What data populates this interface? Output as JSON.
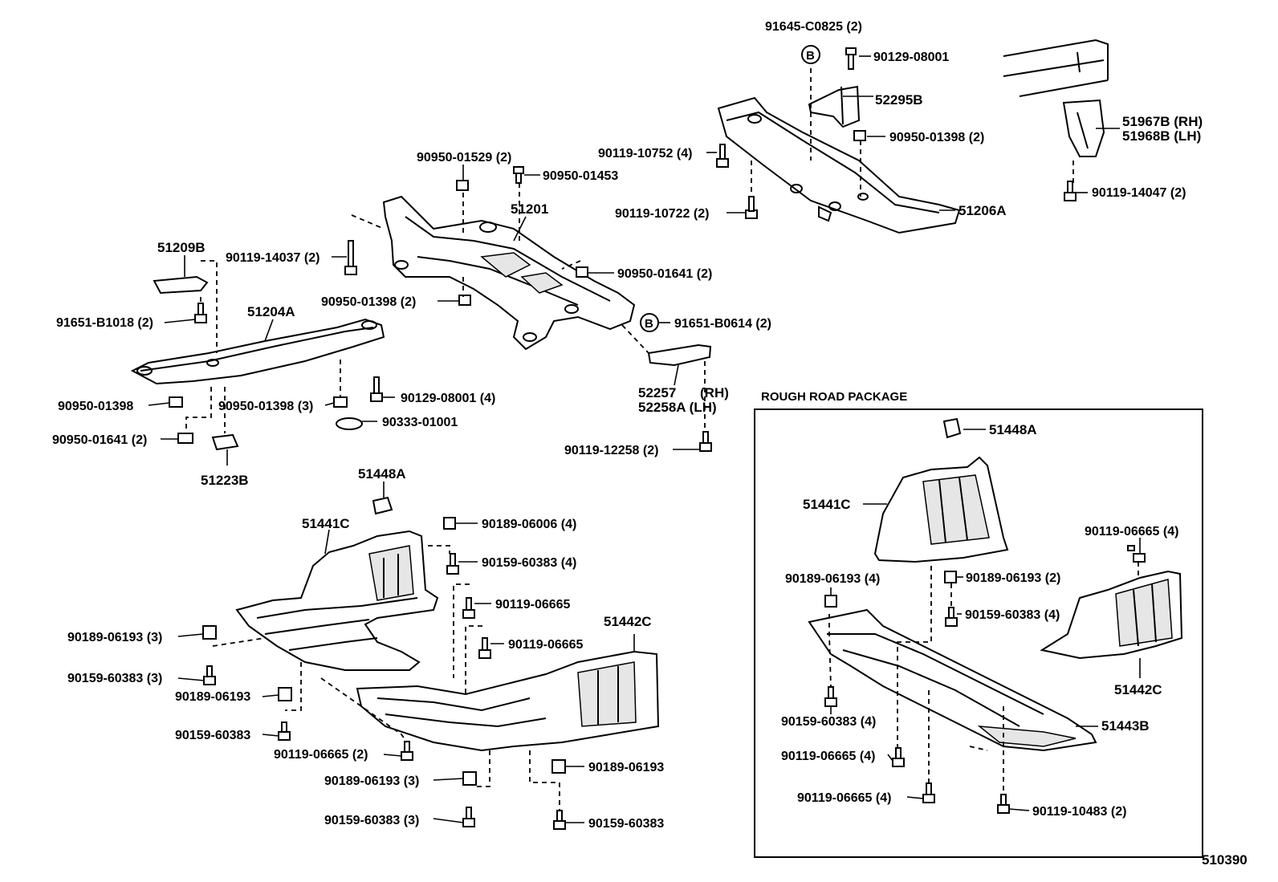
{
  "figure_code": "510390",
  "inset_title": "ROUGH ROAD PACKAGE",
  "callout_letter": "B",
  "labels": [
    "91645-C0825 (2)",
    "90129-08001",
    "52295B",
    "90950-01398 (2)",
    "90119-10752 (4)",
    "90119-10722 (2)",
    "51206A",
    "51967B (RH)",
    "51968B (LH)",
    "90119-14047 (2)",
    "90950-01529 (2)",
    "90950-01453",
    "51201",
    "90950-01641 (2)",
    "90950-01398 (2)",
    "91651-B0614 (2)",
    "52257",
    "(RH)",
    "52258A (LH)",
    "90119-12258 (2)",
    "51209B",
    "90119-14037 (2)",
    "91651-B1018 (2)",
    "51204A",
    "90950-01398",
    "90950-01398 (3)",
    "90129-08001 (4)",
    "90333-01001",
    "90950-01641 (2)",
    "51223B",
    "51448A",
    "51441C",
    "90189-06006 (4)",
    "90159-60383 (4)",
    "90119-06665",
    "51442C",
    "90189-06193 (3)",
    "90119-06665",
    "90159-60383 (3)",
    "90189-06193",
    "90159-60383",
    "90119-06665 (2)",
    "90189-06193 (3)",
    "90189-06193",
    "90159-60383 (3)",
    "90159-60383",
    "51448A",
    "51441C",
    "90119-06665 (4)",
    "90189-06193 (4)",
    "90189-06193 (2)",
    "90159-60383 (4)",
    "51442C",
    "90159-60383 (4)",
    "51443B",
    "90119-06665 (4)",
    "90119-06665 (4)",
    "90119-10483 (2)"
  ]
}
